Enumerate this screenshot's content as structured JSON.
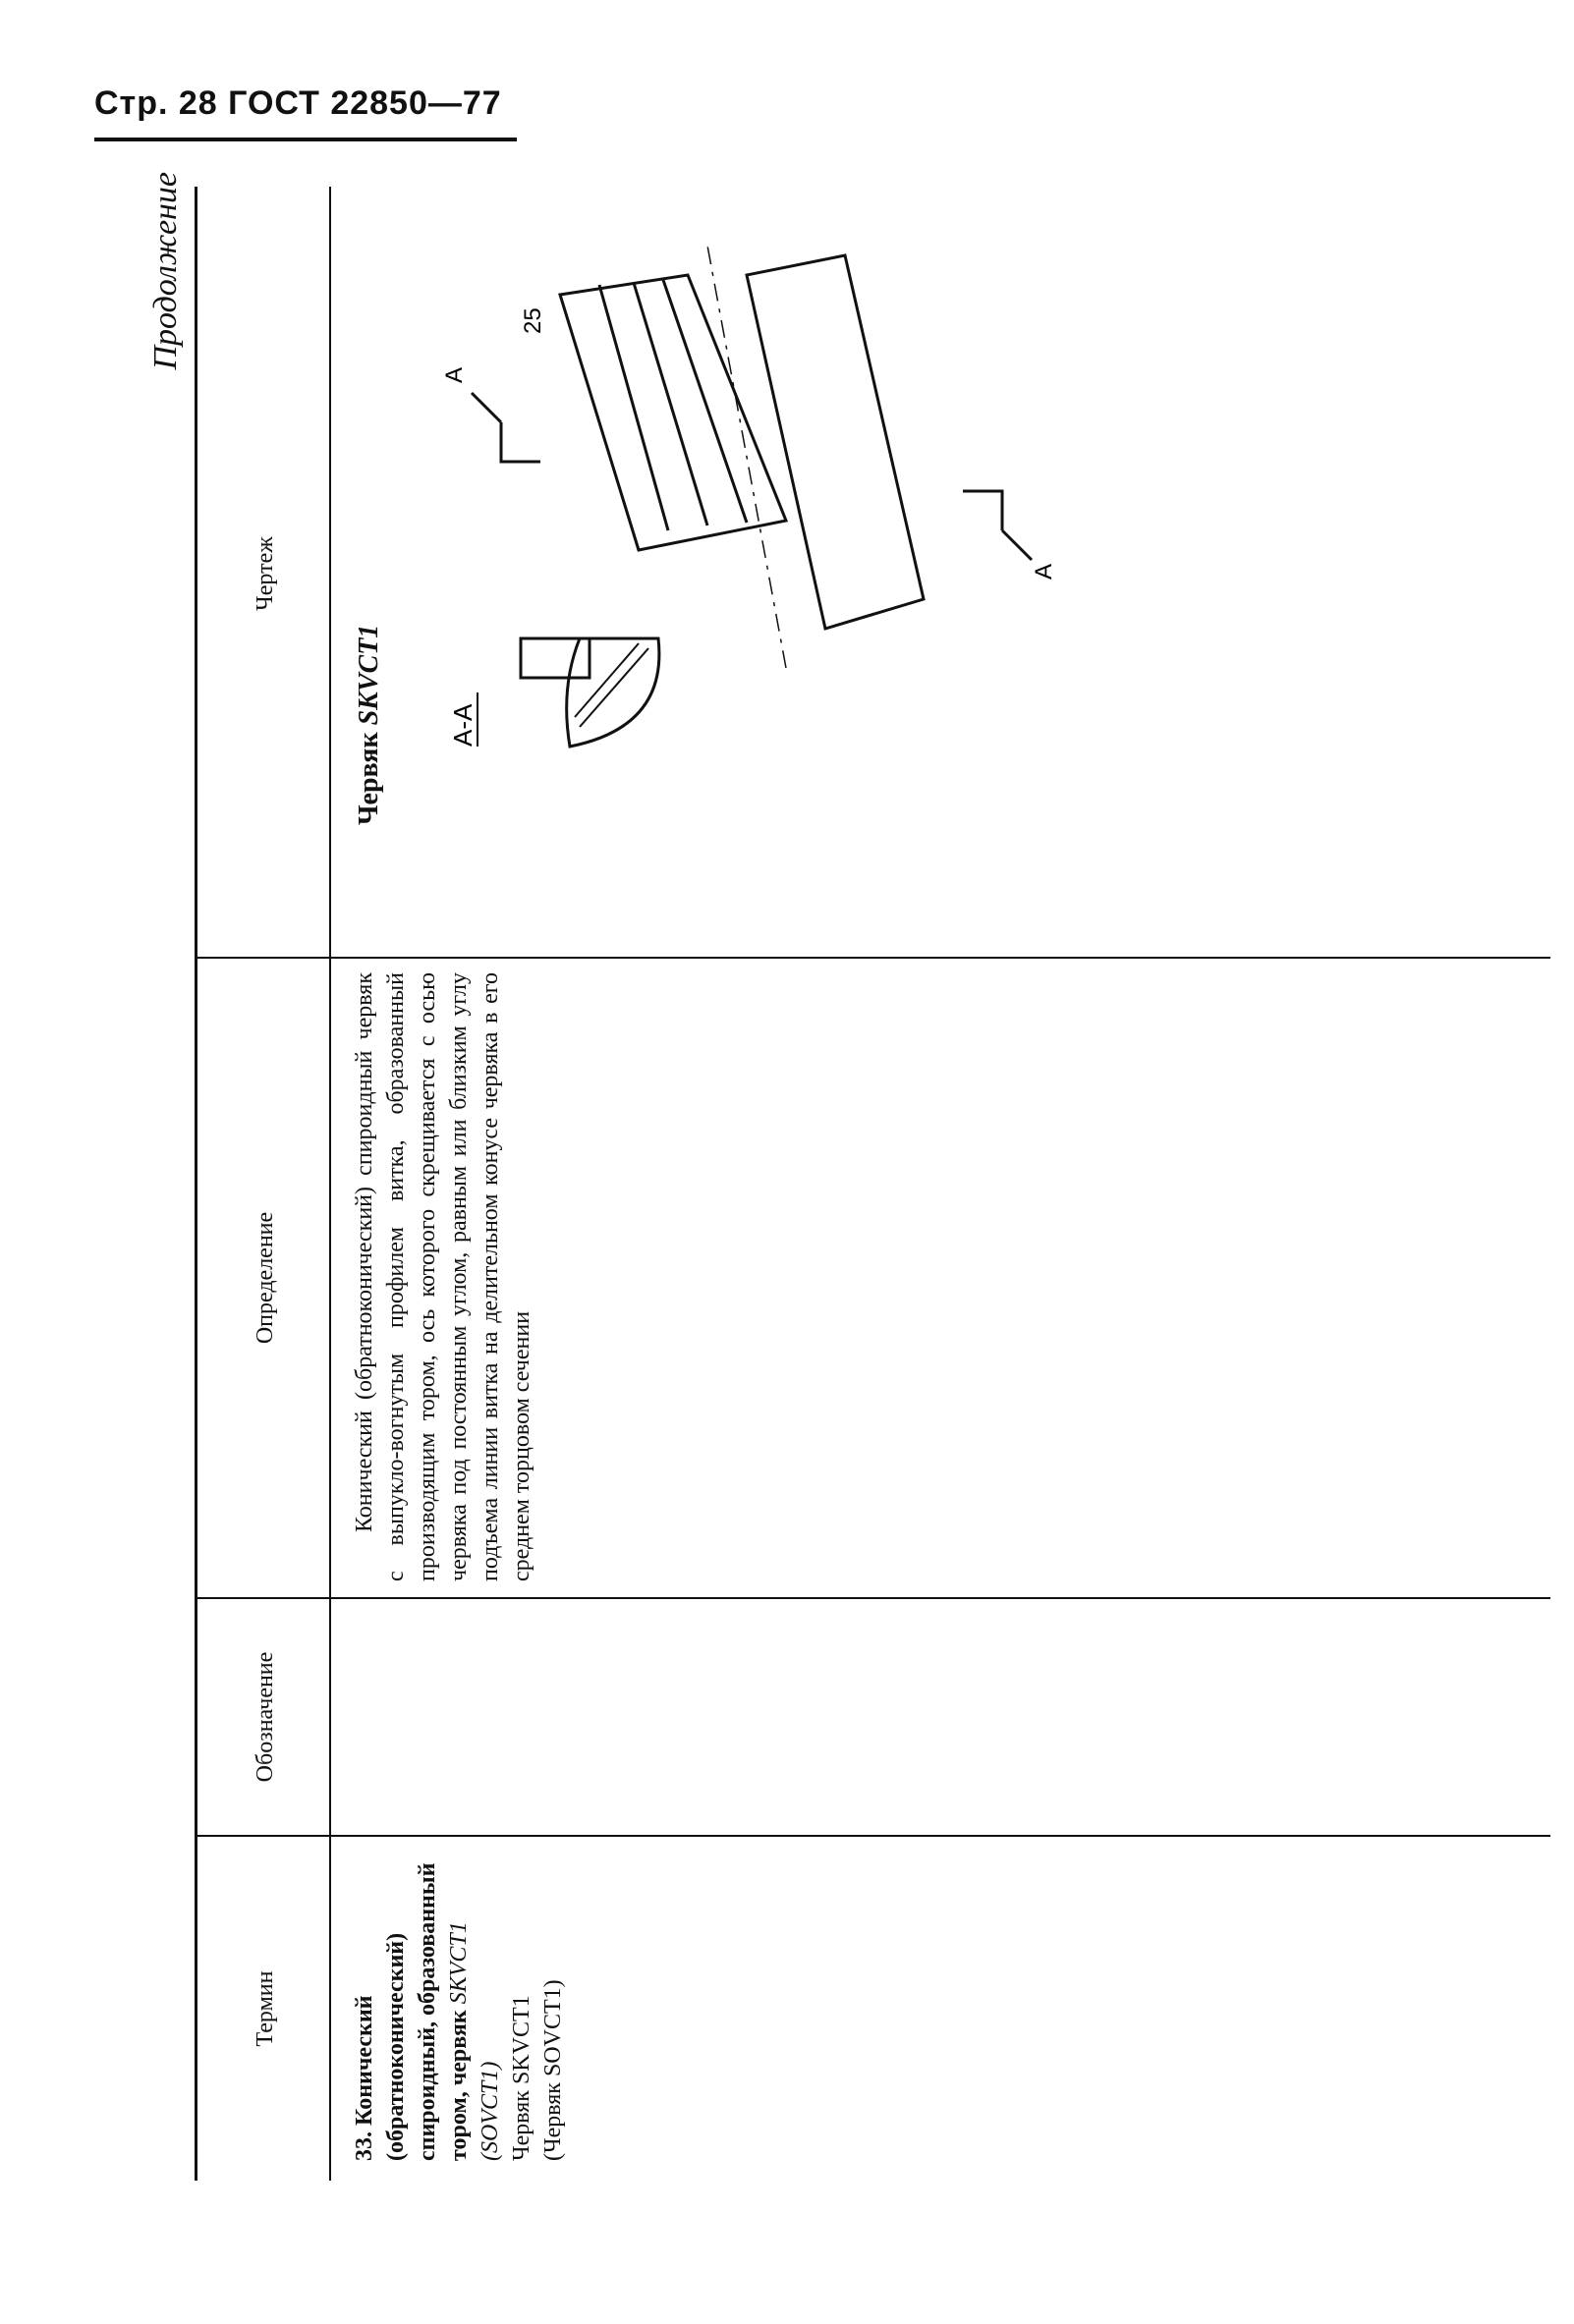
{
  "header": {
    "text": "Стр. 28 ГОСТ 22850—77"
  },
  "continuation": "Продолжение",
  "columns": {
    "term": "Термин",
    "designation": "Обозначение",
    "definition": "Определение",
    "drawing": "Чертеж"
  },
  "row": {
    "term_bold": "33. Конический (обратноконический) спироидный, образованный тором, червяк",
    "term_code1": "SKVCT1",
    "term_code2": "(SOVCT1)",
    "term_short1": "Червяк SKVCT1",
    "term_short2": "(Червяк SOVCT1)",
    "designation": "",
    "definition": "Конический (обратноконический) спироидный червяк с выпукло-вогнутым профилем витка, образованный производящим тором, ось которого скрещивается с осью червяка под постоянным углом, равным или близким углу подъема линии витка на делительном конусе червяка в его среднем торцовом сечении",
    "drawing_title_bold": "Червяк",
    "drawing_title_code": "SKVCT1",
    "section_label": "А-А",
    "label_25": "25",
    "label_a_top": "А",
    "label_a_bottom": "А"
  }
}
